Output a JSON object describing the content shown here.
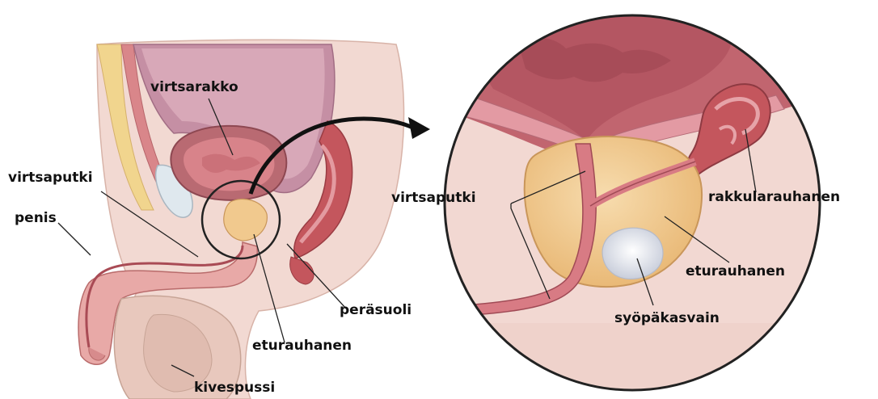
{
  "labels": {
    "left": {
      "bladder": "virtsarakko",
      "urethra": "virtsaputki",
      "penis": "penis",
      "rectum": "peräsuoli",
      "prostate": "eturauhanen",
      "scrotum": "kivespussi"
    },
    "right": {
      "urethra": "virtsaputki",
      "seminal_vesicle": "rakkularauhanen",
      "prostate": "eturauhanen",
      "tumor": "syöpäkasvain"
    }
  },
  "colors": {
    "skin": "#f2d9d2",
    "muscle": "#b8585c",
    "bladder_wall": "#c97a8a",
    "prostate": "#f1c98e",
    "tumor": "#f4f6fb",
    "lumen": "#e9b7b8"
  }
}
